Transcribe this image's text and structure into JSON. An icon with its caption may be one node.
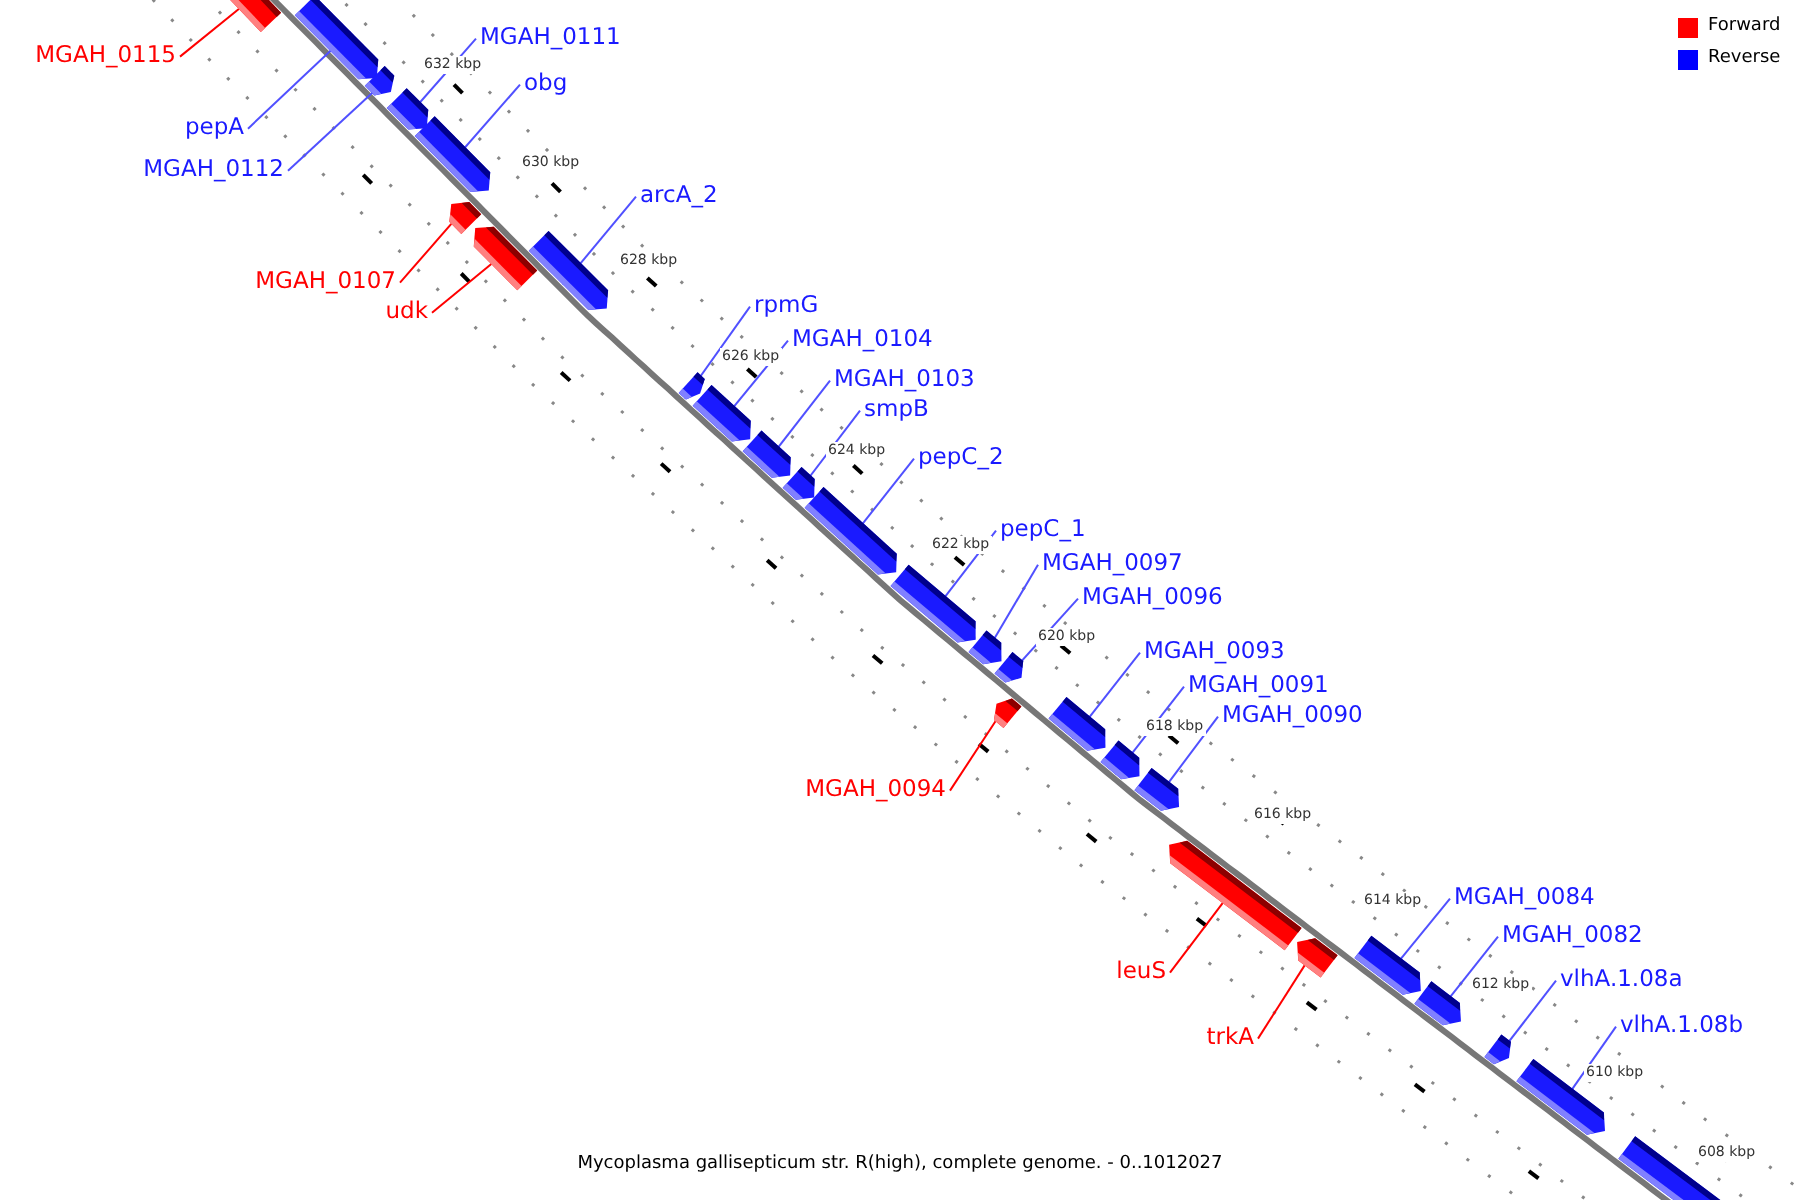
{
  "diagram": {
    "caption": "Mycoplasma gallisepticum str. R(high), complete genome. - 0..1012027",
    "nodes": [
      {
        "text": [
          "MGAH_0111"
        ]
      },
      {
        "text": [
          "MGAH_0115"
        ]
      },
      {
        "text": [
          "obg"
        ]
      },
      {
        "text": [
          "pepA"
        ]
      },
      {
        "text": [
          "MGAH_0112"
        ]
      },
      {
        "text": [
          "arcA_2"
        ]
      },
      {
        "text": [
          "MGAH_0107"
        ]
      },
      {
        "text": [
          "rpmG"
        ]
      },
      {
        "text": [
          "udk"
        ]
      },
      {
        "text": [
          "MGAH_0104"
        ]
      },
      {
        "text": [
          "MGAH_0103"
        ]
      },
      {
        "text": [
          "smpB"
        ]
      },
      {
        "text": [
          "pepC_2"
        ]
      },
      {
        "text": [
          "pepC_1"
        ]
      },
      {
        "text": [
          "MGAH_0097"
        ]
      },
      {
        "text": [
          "MGAH_0096"
        ]
      },
      {
        "text": [
          "MGAH_0093"
        ]
      },
      {
        "text": [
          "MGAH_0091"
        ]
      },
      {
        "text": [
          "MGAH_0090"
        ]
      },
      {
        "text": [
          "MGAH_0094"
        ]
      },
      {
        "text": [
          "MGAH_0084"
        ]
      },
      {
        "text": [
          "MGAH_0082"
        ]
      },
      {
        "text": [
          "leuS"
        ]
      },
      {
        "text": [
          "vlhA.1.08a"
        ]
      },
      {
        "text": [
          "trkA"
        ]
      },
      {
        "text": [
          "vlhA.1.08b"
        ]
      },
      {
        "text": [],
        "shape": "arrow"
      },
      {
        "text": [],
        "shape": "arrow"
      },
      {
        "text": [],
        "shape": "arrow"
      },
      {
        "text": [],
        "shape": "arrow"
      },
      {
        "text": [],
        "shape": "arrow"
      },
      {
        "text": [],
        "shape": "arrow"
      },
      {
        "text": [],
        "shape": "arrow"
      },
      {
        "text": [],
        "shape": "arrow"
      },
      {
        "text": [],
        "shape": "arrow"
      },
      {
        "text": [],
        "shape": "arrow"
      },
      {
        "text": [],
        "shape": "arrow"
      },
      {
        "text": [],
        "shape": "arrow"
      },
      {
        "text": [],
        "shape": "arrow"
      },
      {
        "text": [],
        "shape": "arrow"
      },
      {
        "text": [],
        "shape": "arrow"
      },
      {
        "text": [],
        "shape": "arrow"
      },
      {
        "text": [],
        "shape": "arrow"
      },
      {
        "text": [],
        "shape": "arrow"
      },
      {
        "text": [],
        "shape": "arrow"
      },
      {
        "text": [],
        "shape": "arrow"
      },
      {
        "text": [],
        "shape": "arrow"
      },
      {
        "text": [],
        "shape": "arrow"
      },
      {
        "text": [],
        "shape": "arrow"
      },
      {
        "text": [],
        "shape": "arrow"
      },
      {
        "text": [],
        "shape": "arrow"
      },
      {
        "text": [],
        "shape": "arrow"
      },
      {
        "text": [],
        "shape": "arrow"
      }
    ],
    "edges": [
      {
        "from": 0,
        "to": 29,
        "arrow": "none"
      },
      {
        "from": 1,
        "to": 26,
        "arrow": "none",
        "color": "#ff0000"
      },
      {
        "from": 2,
        "to": 30,
        "arrow": "none"
      },
      {
        "from": 3,
        "to": 27,
        "arrow": "none"
      },
      {
        "from": 4,
        "to": 28,
        "arrow": "none"
      },
      {
        "from": 5,
        "to": 33,
        "arrow": "none"
      },
      {
        "from": 6,
        "to": 31,
        "arrow": "none",
        "color": "#ff0000"
      },
      {
        "from": 7,
        "to": 34,
        "arrow": "none"
      },
      {
        "from": 8,
        "to": 32,
        "arrow": "none",
        "color": "#ff0000"
      },
      {
        "from": 9,
        "to": 35,
        "arrow": "none"
      },
      {
        "from": 10,
        "to": 36,
        "arrow": "none"
      },
      {
        "from": 11,
        "to": 37,
        "arrow": "none"
      },
      {
        "from": 12,
        "to": 38,
        "arrow": "none"
      },
      {
        "from": 13,
        "to": 39,
        "arrow": "none"
      },
      {
        "from": 14,
        "to": 40,
        "arrow": "none"
      },
      {
        "from": 15,
        "to": 41,
        "arrow": "none"
      },
      {
        "from": 16,
        "to": 43,
        "arrow": "none"
      },
      {
        "from": 17,
        "to": 44,
        "arrow": "none"
      },
      {
        "from": 18,
        "to": 45,
        "arrow": "none"
      },
      {
        "from": 19,
        "to": 42,
        "arrow": "none",
        "color": "#ff0000"
      },
      {
        "from": 20,
        "to": 48,
        "arrow": "none"
      },
      {
        "from": 21,
        "to": 49,
        "arrow": "none"
      },
      {
        "from": 22,
        "to": 46,
        "arrow": "none",
        "color": "#ff0000"
      },
      {
        "from": 23,
        "to": 50,
        "arrow": "none"
      },
      {
        "from": 24,
        "to": 47,
        "arrow": "none",
        "color": "#ff0000"
      },
      {
        "from": 25,
        "to": 51,
        "arrow": "none"
      }
    ],
    "labels": [
      "632 kbp",
      "630 kbp",
      "628 kbp",
      "626 kbp",
      "624 kbp",
      "622 kbp",
      "620 kbp",
      "618 kbp",
      "616 kbp",
      "614 kbp",
      "612 kbp",
      "610 kbp",
      "608 kbp"
    ],
    "legend": [
      {
        "text": "Forward",
        "color": "#ff0000"
      },
      {
        "text": "Reverse",
        "color": "#0000ff"
      }
    ]
  }
}
